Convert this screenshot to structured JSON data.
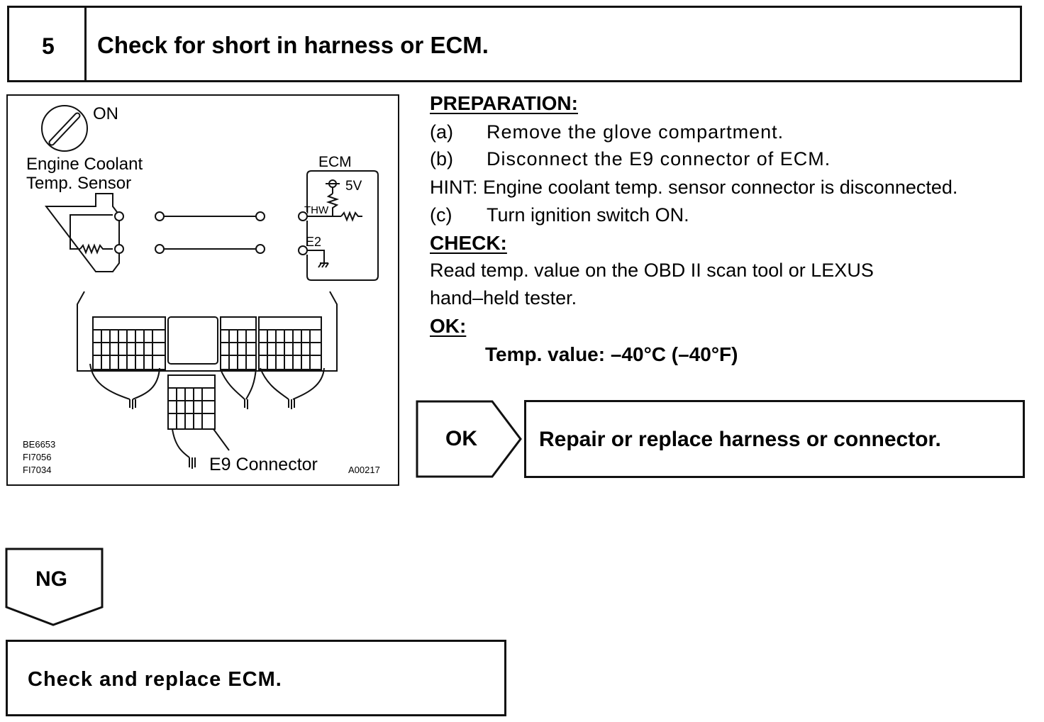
{
  "step": {
    "number": "5",
    "title": "Check for short in harness or ECM."
  },
  "figure": {
    "switch_label": "ON",
    "sensor_label_line1": "Engine Coolant",
    "sensor_label_line2": "Temp. Sensor",
    "ecm_label": "ECM",
    "voltage_label": "5V",
    "thw_label": "THW",
    "e2_label": "E2",
    "connector_label": "E9 Connector",
    "ref_codes": [
      "BE6653",
      "FI7056",
      "FI7034"
    ],
    "figure_code": "A00217"
  },
  "instructions": {
    "preparation_heading": "PREPARATION:",
    "steps": [
      {
        "label": "(a)",
        "text": "Remove the glove compartment."
      },
      {
        "label": "(b)",
        "text": "Disconnect the E9 connector of ECM."
      }
    ],
    "hint": "HINT: Engine coolant temp. sensor connector is disconnected.",
    "step_c": {
      "label": "(c)",
      "text": "Turn ignition switch ON."
    },
    "check_heading": "CHECK:",
    "check_line1": "Read temp. value on the OBD II scan tool or LEXUS",
    "check_line2": "hand–held tester.",
    "ok_heading": "OK:",
    "ok_value": "Temp. value:  –40°C (–40°F)"
  },
  "ok_branch": {
    "label": "OK",
    "action": "Repair or replace harness or connector."
  },
  "ng_branch": {
    "label": "NG",
    "action": "Check and replace ECM."
  }
}
